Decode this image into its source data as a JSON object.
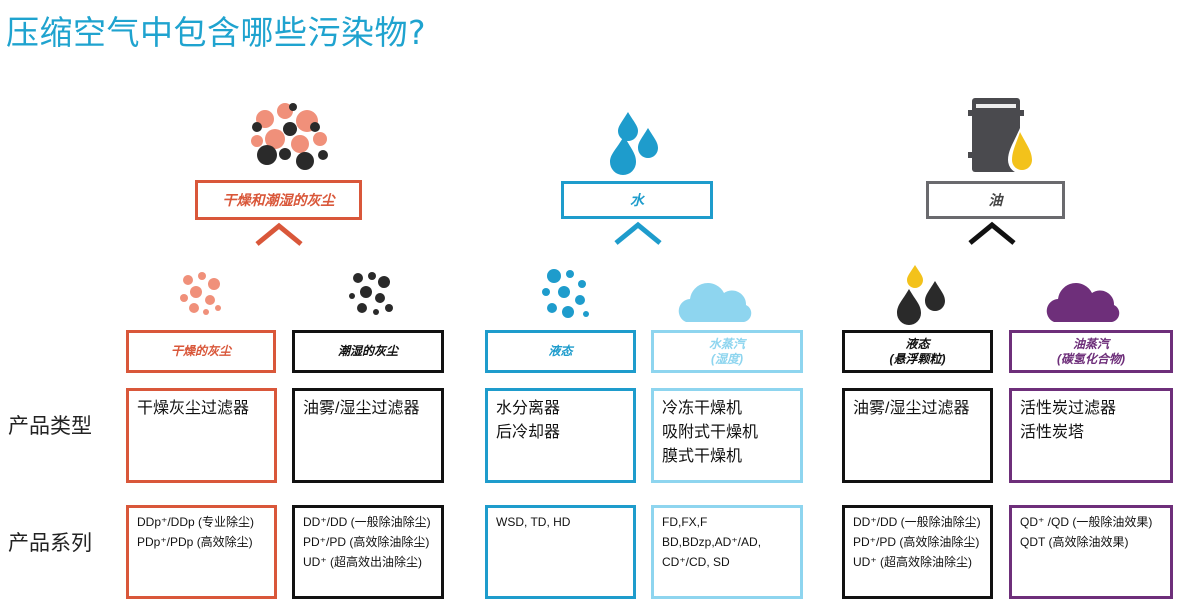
{
  "title": "压缩空气中包含哪些污染物?",
  "colors": {
    "title": "#1fa3cf",
    "dust": "#d9573a",
    "dust_light": "#f0907a",
    "dark": "#222222",
    "water": "#1e9ccc",
    "vapor": "#8ed5ef",
    "oil_gray": "#6a6a6e",
    "oil_yellow": "#f3c21b",
    "oil_purple": "#6e2f7a"
  },
  "categories": [
    {
      "label": "干燥和潮湿的灰尘",
      "icon": "dust-cluster-icon"
    },
    {
      "label": "水",
      "icon": "water-drops-icon"
    },
    {
      "label": "油",
      "icon": "oil-barrel-icon"
    }
  ],
  "row_labels": {
    "product_type": "产品类型",
    "product_series": "产品系列"
  },
  "columns": [
    {
      "sub_label": [
        "干燥的灰尘"
      ],
      "icon": "dry-dust-icon",
      "product_types": [
        "干燥灰尘过滤器"
      ],
      "series": [
        "DDp⁺/DDp (专业除尘)",
        "PDp⁺/PDp (高效除尘)"
      ]
    },
    {
      "sub_label": [
        "潮湿的灰尘"
      ],
      "icon": "wet-dust-icon",
      "product_types": [
        "油雾/湿尘过滤器"
      ],
      "series": [
        "DD⁺/DD (一般除油除尘)",
        "PD⁺/PD (高效除油除尘)",
        "UD⁺ (超高效出油除尘)"
      ]
    },
    {
      "sub_label": [
        "液态"
      ],
      "icon": "liquid-water-icon",
      "product_types": [
        "水分离器",
        "后冷却器"
      ],
      "series": [
        "WSD, TD, HD"
      ]
    },
    {
      "sub_label": [
        "水蒸汽",
        "(湿度)"
      ],
      "icon": "vapor-cloud-icon",
      "product_types": [
        "冷冻干燥机",
        "吸附式干燥机",
        "膜式干燥机"
      ],
      "series": [
        "FD,FX,F",
        "BD,BDzp,AD⁺/AD,",
        "CD⁺/CD, SD"
      ]
    },
    {
      "sub_label": [
        "液态",
        "(悬浮颗粒)"
      ],
      "icon": "liquid-oil-icon",
      "product_types": [
        "油雾/湿尘过滤器"
      ],
      "series": [
        "DD⁺/DD (一般除油除尘)",
        "PD⁺/PD (高效除油除尘)",
        "UD⁺ (超高效除油除尘)"
      ]
    },
    {
      "sub_label": [
        "油蒸汽",
        "(碳氢化合物)"
      ],
      "icon": "oil-vapor-cloud-icon",
      "product_types": [
        "活性炭过滤器",
        "活性炭塔"
      ],
      "series": [
        "QD⁺ /QD (一般除油效果)",
        "QDT (高效除油效果)"
      ]
    }
  ]
}
